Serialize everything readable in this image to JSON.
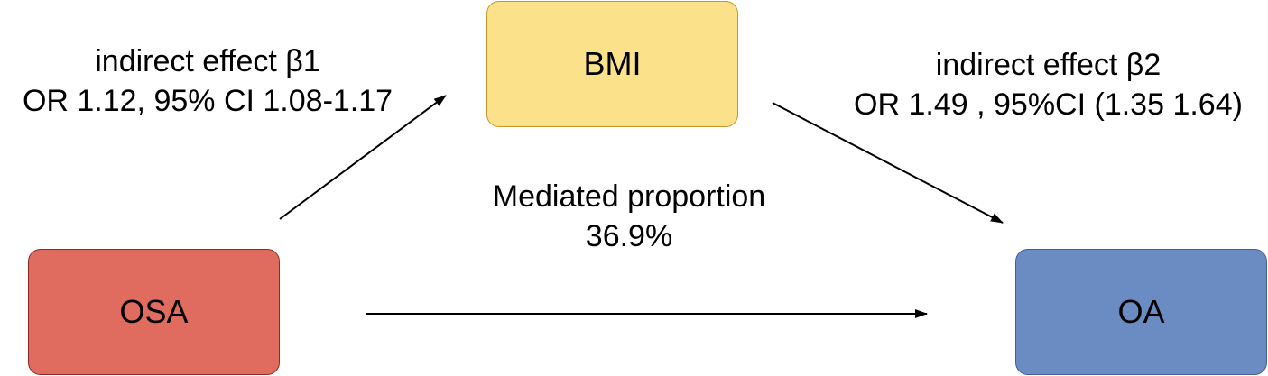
{
  "nodes": {
    "bmi": {
      "label": "BMI",
      "fill": "#fbe18a"
    },
    "osa": {
      "label": "OSA",
      "fill": "#e06c5f"
    },
    "oa": {
      "label": "OA",
      "fill": "#6b8cc2"
    }
  },
  "edges": {
    "osa_to_bmi": {
      "line1": "indirect effect β1",
      "line2": "OR 1.12, 95% CI 1.08-1.17"
    },
    "bmi_to_oa": {
      "line1": "indirect effect β2",
      "line2": "OR 1.49 , 95%CI (1.35 1.64)"
    },
    "osa_to_oa": {
      "line1": "Mediated proportion",
      "line2": "36.9%"
    }
  },
  "colors": {
    "arrow": "#000000"
  }
}
